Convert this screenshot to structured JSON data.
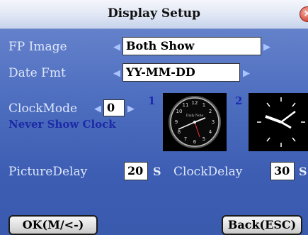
{
  "title": "Display Setup",
  "fields": {
    "fp_image": {
      "label": "FP Image",
      "value": "Both Show"
    },
    "date_fmt": {
      "label": "Date Fmt",
      "value": "YY-MM-DD"
    },
    "clock_mode": {
      "label": "ClockMode",
      "value": "0",
      "description": "Never Show Clock"
    },
    "picture_delay": {
      "label": "PictureDelay",
      "value": "20",
      "unit": "S"
    },
    "clock_delay": {
      "label": "ClockDelay",
      "value": "30",
      "unit": "S"
    }
  },
  "clocks": [
    {
      "number": "1",
      "style": "analog-round",
      "caption": "Daily Note"
    },
    {
      "number": "2",
      "style": "analog-square"
    }
  ],
  "buttons": {
    "ok": "OK(M/<-)",
    "back": "Back(ESC)"
  },
  "colors": {
    "accent": "#4f6fc0",
    "clock_mode_text": "#1c2aa6"
  }
}
